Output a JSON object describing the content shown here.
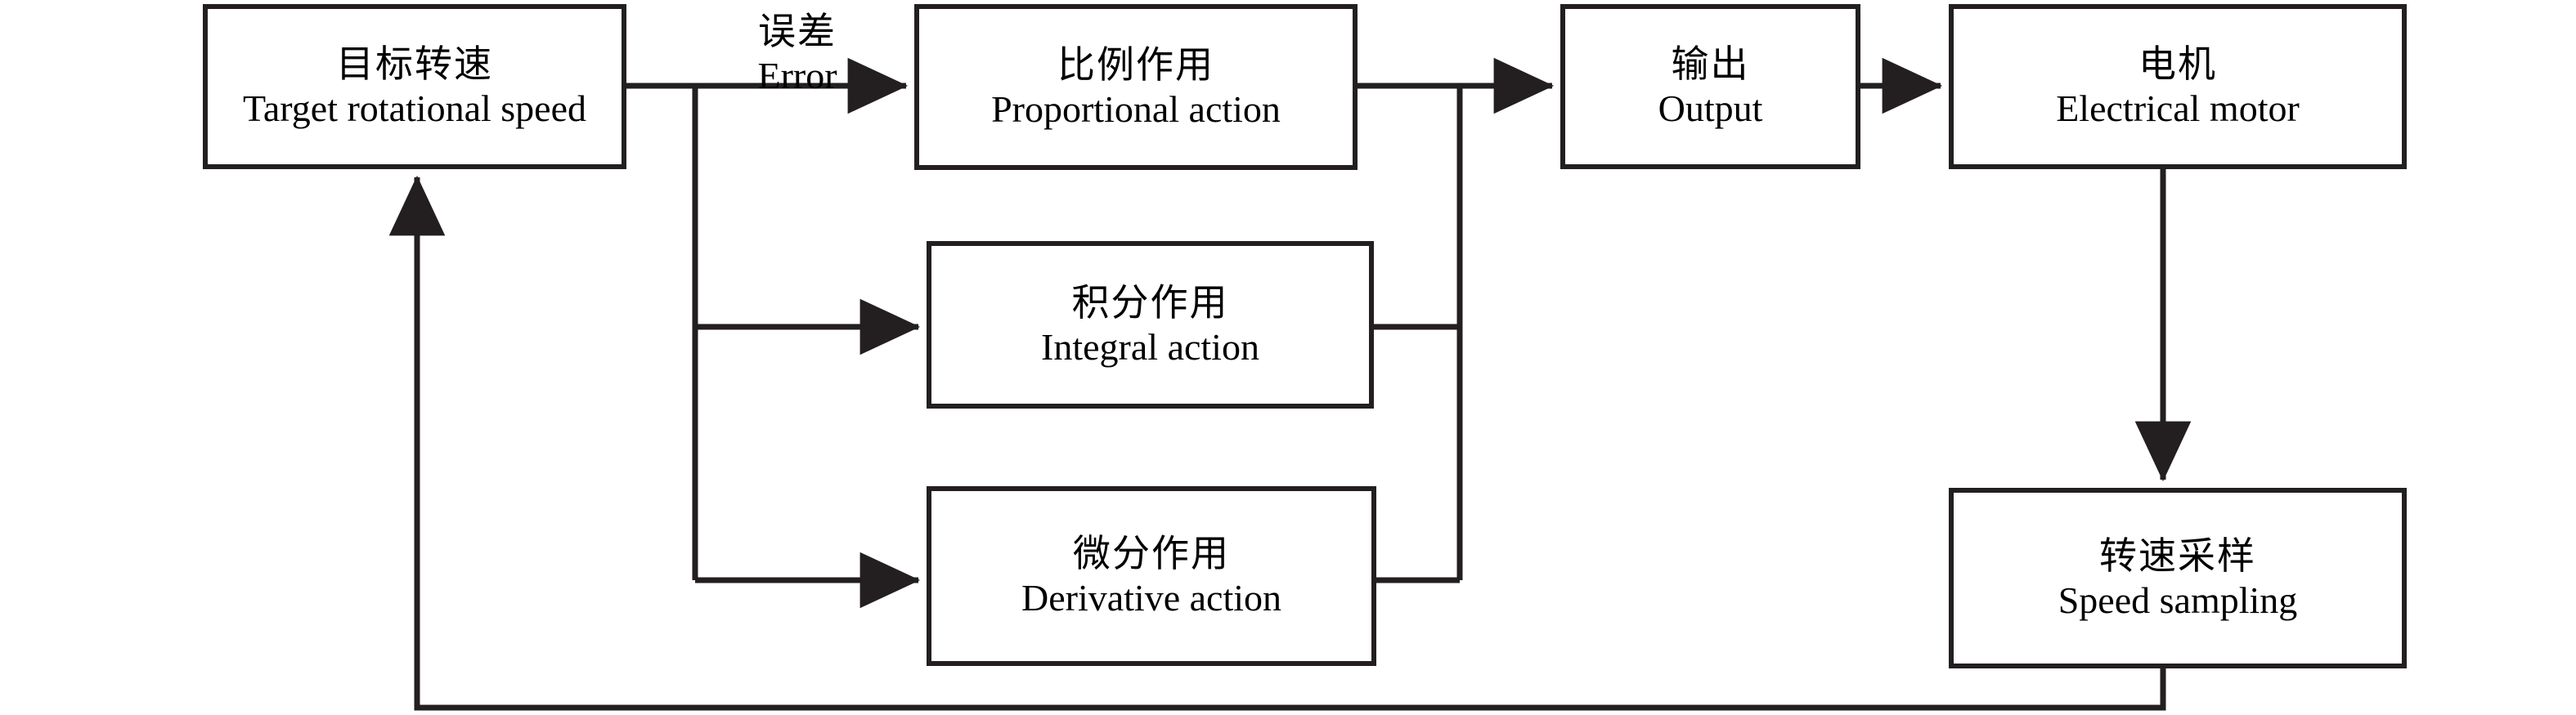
{
  "diagram": {
    "title": "PID speed control block diagram",
    "stroke_color": "#231f20",
    "background_color": "#ffffff",
    "nodes": [
      {
        "id": "target",
        "cn": "目标转速",
        "en": "Target rotational speed"
      },
      {
        "id": "proportional",
        "cn": "比例作用",
        "en": "Proportional action"
      },
      {
        "id": "integral",
        "cn": "积分作用",
        "en": "Integral action"
      },
      {
        "id": "derivative",
        "cn": "微分作用",
        "en": "Derivative action"
      },
      {
        "id": "output",
        "cn": "输出",
        "en": "Output"
      },
      {
        "id": "motor",
        "cn": "电机",
        "en": "Electrical motor"
      },
      {
        "id": "sampling",
        "cn": "转速采样",
        "en": "Speed sampling"
      }
    ],
    "edge_labels": [
      {
        "id": "error",
        "cn": "误差",
        "en": "Error"
      }
    ]
  }
}
